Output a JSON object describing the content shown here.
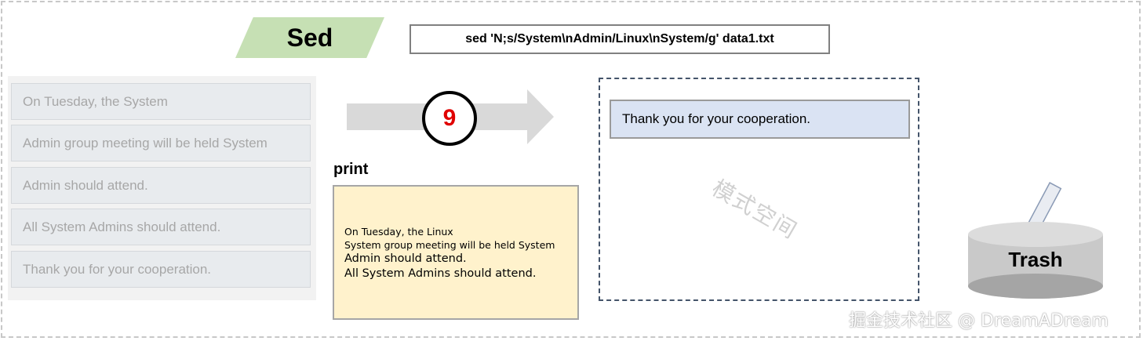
{
  "title": {
    "tag": "Sed"
  },
  "command": "sed 'N;s/System\\nAdmin/Linux\\nSystem/g' data1.txt",
  "input_lines": [
    "On Tuesday, the System",
    "Admin group meeting will be held System",
    "Admin should attend.",
    "All System Admins should attend.",
    "Thank you for your cooperation."
  ],
  "step": {
    "number": "9"
  },
  "print": {
    "label": "print",
    "lines_small": [
      "On Tuesday, the Linux",
      "System group meeting will be held System"
    ],
    "lines_big": [
      "Admin should attend.",
      "All System Admins should attend."
    ]
  },
  "pattern_space": {
    "line": "Thank you for your cooperation.",
    "label": "模式空间"
  },
  "trash": {
    "label": "Trash"
  },
  "watermark": "掘金技术社区 @ DreamADream",
  "colors": {
    "sed_tag": "#c6e0b4",
    "print_box": "#fff2cc",
    "pattern_line": "#dae3f3",
    "step_number": "#e00000",
    "arrow": "#d9d9d9"
  },
  "icons": {
    "arrow": "right-arrow-icon",
    "trash": "trash-bin-icon"
  }
}
